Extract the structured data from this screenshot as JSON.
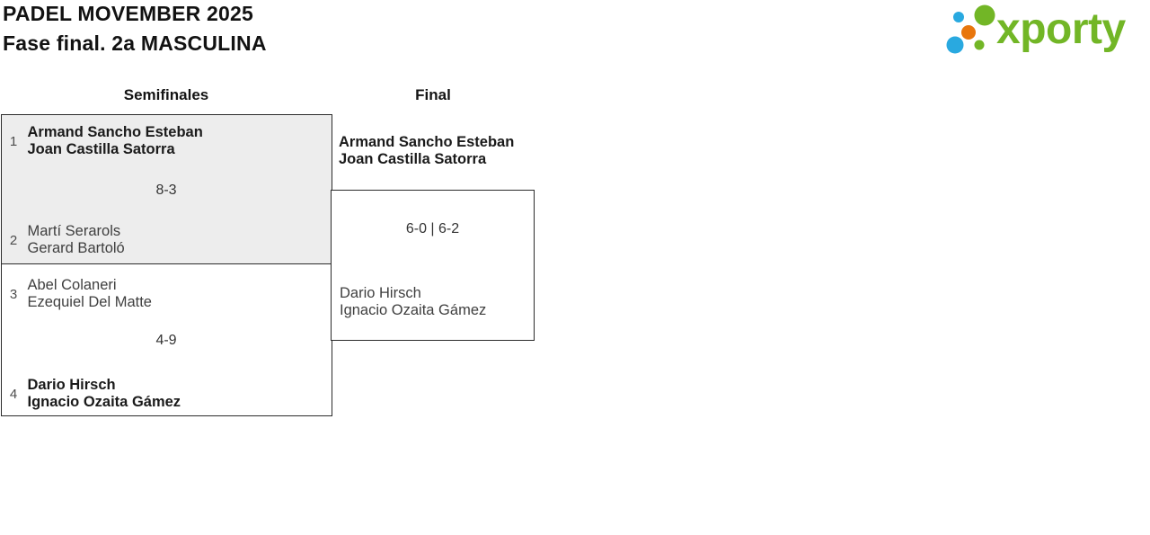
{
  "title": {
    "line1": "PADEL MOVEMBER 2025",
    "line2": "Fase final. 2a MASCULINA"
  },
  "logo": {
    "wordmark": "xporty",
    "colors": {
      "green": "#72b626",
      "blue": "#29a9e0",
      "orange": "#e8760c"
    }
  },
  "rounds": {
    "semifinals_label": "Semifinales",
    "final_label": "Final"
  },
  "bracket": {
    "semifinals": [
      {
        "score": "8-3",
        "teams": [
          {
            "seed": "1",
            "player1": "Armand Sancho Esteban",
            "player2": "Joan Castilla Satorra"
          },
          {
            "seed": "2",
            "player1": "Martí Serarols",
            "player2": "Gerard Bartoló"
          }
        ]
      },
      {
        "score": "4-9",
        "teams": [
          {
            "seed": "3",
            "player1": "Abel Colaneri",
            "player2": "Ezequiel Del Matte"
          },
          {
            "seed": "4",
            "player1": "Dario Hirsch",
            "player2": "Ignacio Ozaita Gámez"
          }
        ]
      }
    ],
    "final": {
      "score": "6-0 | 6-2",
      "team1": {
        "player1": "Armand Sancho Esteban",
        "player2": "Joan Castilla Satorra"
      },
      "team2": {
        "player1": "Dario Hirsch",
        "player2": "Ignacio Ozaita Gámez"
      }
    }
  }
}
